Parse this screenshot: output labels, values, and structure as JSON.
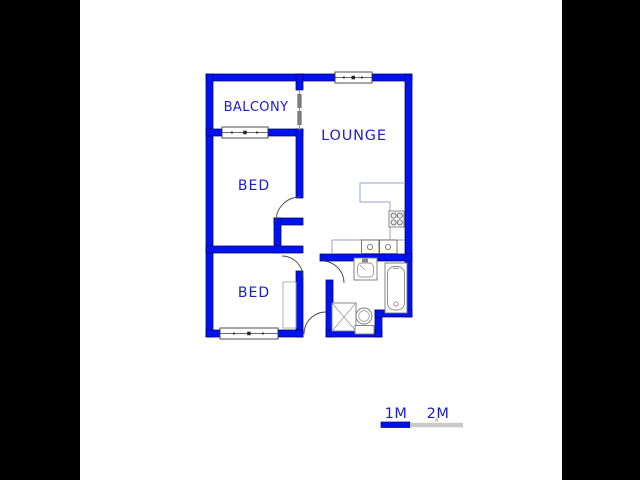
{
  "image": {
    "background": "#ffffff",
    "letterbox_color": "#000000"
  },
  "floorplan": {
    "wall_color": "#0013ee",
    "label_color": "#1c1ccd",
    "counter_line_color": "#9aa0cc",
    "fixture_line_color": "#777777",
    "rooms": [
      {
        "id": "balcony",
        "label": "BALCONY"
      },
      {
        "id": "lounge",
        "label": "LOUNGE"
      },
      {
        "id": "bed-1",
        "label": "BED"
      },
      {
        "id": "bed-2",
        "label": "BED"
      }
    ],
    "fixtures": [
      {
        "name": "stove",
        "location": "kitchen"
      },
      {
        "name": "double-sink",
        "location": "kitchen"
      },
      {
        "name": "counter",
        "location": "kitchen"
      },
      {
        "name": "washbasin",
        "location": "bathroom"
      },
      {
        "name": "bathtub",
        "location": "bathroom"
      },
      {
        "name": "shower",
        "location": "bathroom"
      },
      {
        "name": "toilet",
        "location": "bathroom"
      },
      {
        "name": "cupboard",
        "location": "bed-2"
      }
    ],
    "windows": [
      "lounge-top",
      "balcony-bed-wall",
      "balcony-lounge-glazing",
      "bed2-bottom"
    ],
    "doors": [
      "bed-1",
      "bed-2",
      "bathroom",
      "entry"
    ],
    "scale_bar": {
      "labels": [
        {
          "text": "1M"
        },
        {
          "text": "2M"
        }
      ],
      "blue_color": "#0013ee",
      "gray_color": "#c9c9c9"
    }
  }
}
